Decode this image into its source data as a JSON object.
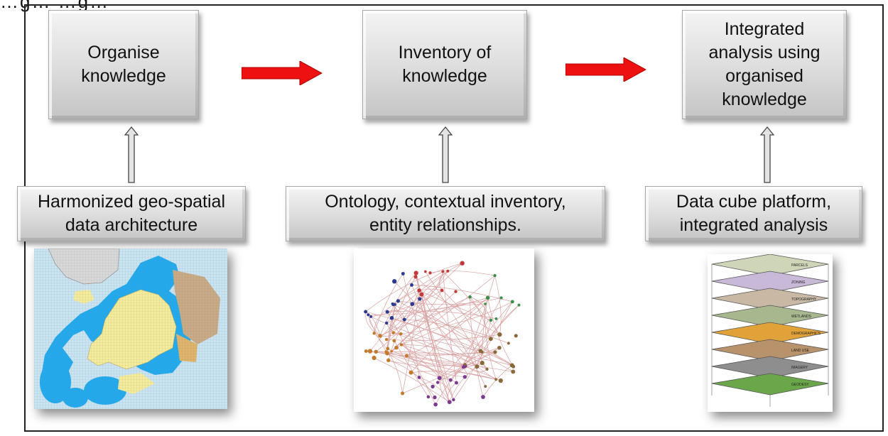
{
  "header_fragment": "…g…    …g…",
  "stages": [
    {
      "label_lines": [
        "Organise",
        "knowledge"
      ]
    },
    {
      "label_lines": [
        "Inventory of",
        "knowledge"
      ]
    },
    {
      "label_lines": [
        "Integrated",
        "analysis using",
        "organised",
        "knowledge"
      ]
    }
  ],
  "foundations": [
    {
      "label_lines": [
        "Harmonized geo-spatial",
        "data architecture"
      ]
    },
    {
      "label_lines": [
        "Ontology, contextual inventory,",
        "entity relationships."
      ]
    },
    {
      "label_lines": [
        "Data cube platform,",
        "integrated analysis"
      ]
    }
  ],
  "illustrations": {
    "map": {
      "icon": "europe-map-icon"
    },
    "network": {
      "icon": "ontology-network-icon"
    },
    "cube": {
      "icon": "data-cube-layers-icon",
      "layer_labels": [
        "PARCELS",
        "ZONING",
        "TOPOGRAPHY",
        "WETLANDS",
        "DEMOGRAPHICS",
        "LAND USE",
        "IMAGERY",
        "GEODESY"
      ]
    }
  },
  "colors": {
    "flow_arrow": "#ee1111",
    "up_arrow": "#d8d8d8",
    "sea": "#c9e4f2",
    "blue_region": "#22aaee",
    "land_yellow": "#f4ec9a",
    "land_brown": "#c9ab86"
  }
}
